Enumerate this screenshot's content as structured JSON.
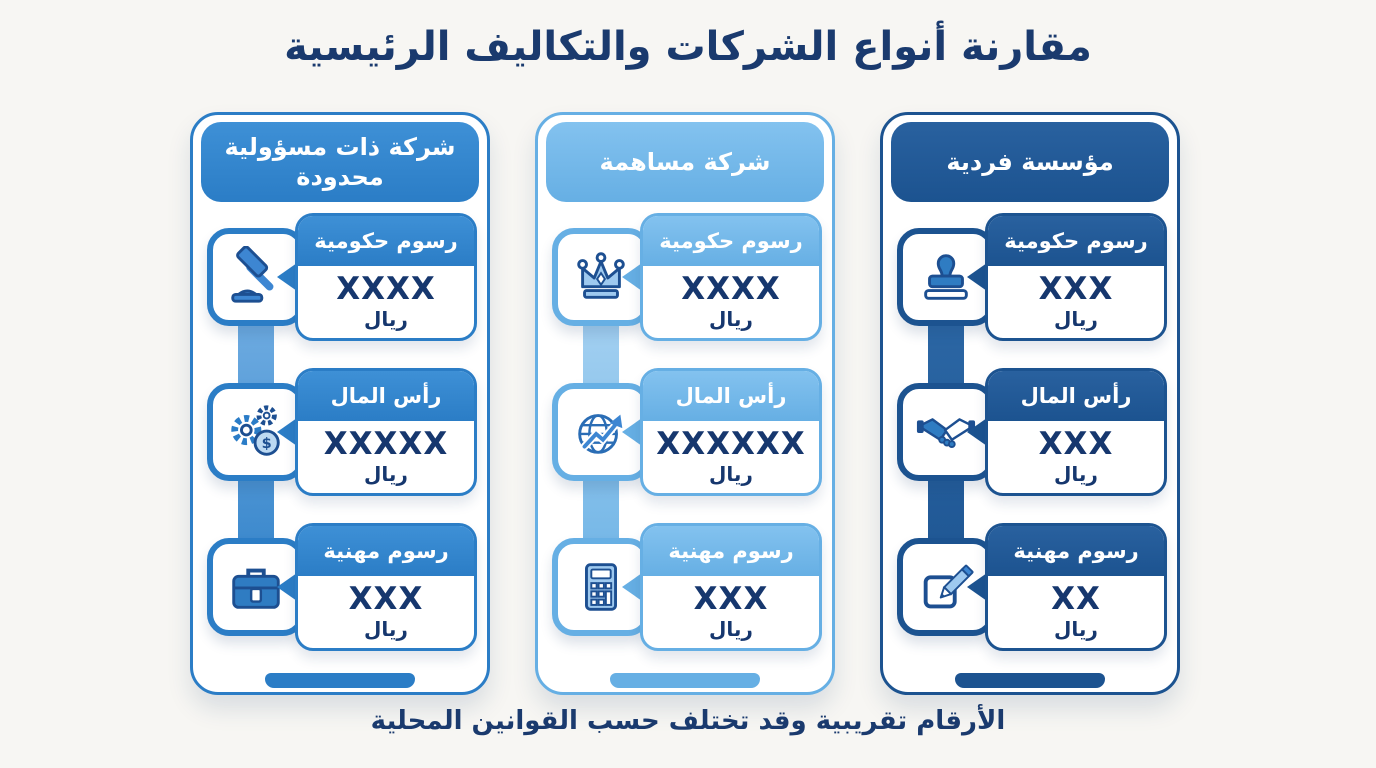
{
  "title": "مقارنة أنواع الشركات والتكاليف الرئيسية",
  "footer_note": "الأرقام تقريبية وقد تختلف حسب القوانين المحلية",
  "currency": "ريال",
  "colors": {
    "title_text": "#1a3a6e",
    "value_text": "#16376e",
    "background": "#f7f6f3",
    "llc_accent": "#2b7dc6",
    "jsc_accent": "#66afe4",
    "sole_accent": "#1c5390"
  },
  "columns": [
    {
      "id": "llc",
      "name": "شركة ذات مسؤولية محدودة",
      "accent": "#2b7dc6",
      "accent_top": "#3e90d6",
      "connector_color": "#7ab4e6",
      "rows": [
        {
          "label": "رسوم حكومية",
          "value": "XXXX",
          "unit": "ريال",
          "icon": "gavel-icon"
        },
        {
          "label": "رأس المال",
          "value": "XXXXX",
          "unit": "ريال",
          "icon": "gears-coin-icon"
        },
        {
          "label": "رسوم مهنية",
          "value": "XXX",
          "unit": "ريال",
          "icon": "briefcase-icon"
        }
      ]
    },
    {
      "id": "jsc",
      "name": "شركة مساهمة",
      "accent": "#66afe4",
      "accent_top": "#83c2ef",
      "connector_color": "#aed6f3",
      "rows": [
        {
          "label": "رسوم حكومية",
          "value": "XXXX",
          "unit": "ريال",
          "icon": "crown-icon"
        },
        {
          "label": "رأس المال",
          "value": "XXXXXX",
          "unit": "ريال",
          "icon": "globe-growth-icon"
        },
        {
          "label": "رسوم مهنية",
          "value": "XXX",
          "unit": "ريال",
          "icon": "calculator-icon"
        }
      ]
    },
    {
      "id": "sole",
      "name": "مؤسسة فردية",
      "accent": "#1c5390",
      "accent_top": "#29619f",
      "connector_color": "#2e6aa8",
      "rows": [
        {
          "label": "رسوم حكومية",
          "value": "XXX",
          "unit": "ريال",
          "icon": "stamp-icon"
        },
        {
          "label": "رأس المال",
          "value": "XXX",
          "unit": "ريال",
          "icon": "handshake-icon"
        },
        {
          "label": "رسوم مهنية",
          "value": "XX",
          "unit": "ريال",
          "icon": "pencil-edit-icon"
        }
      ]
    }
  ]
}
